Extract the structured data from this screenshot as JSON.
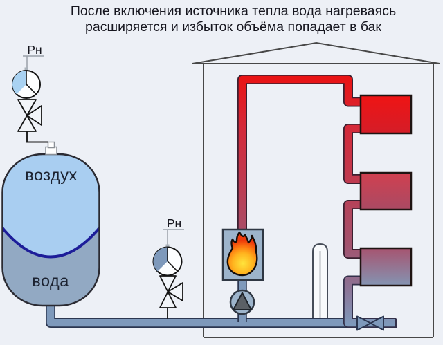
{
  "title": {
    "line1": "После включения источника тепла вода нагреваясь",
    "line2": "расширяется и избыток объёма попадает в бак"
  },
  "expansion_tank": {
    "air_label": "воздух",
    "water_label": "вода"
  },
  "tank_gauge": {
    "label": "Рн"
  },
  "system_gauge": {
    "label": "Рн"
  },
  "colors": {
    "background": "#edf0f6",
    "hot_pipe": "#e81212",
    "cold_pipe": "#7e99bb",
    "pipe_outline": "#2b3650",
    "tank_air": "#a9cef1",
    "tank_water": "#92a9c3",
    "membrane": "#1d1d99",
    "radiator_hot_top": "#ee1414",
    "radiator_mid_top": "#cf3f50",
    "radiator_cool_bottom": "#8494b0",
    "boiler_body": "#9db4cb",
    "flame_core": "#ffe43c",
    "flame_edge": "#ee3a0a",
    "gauge_air_sector": "#a9d2f2",
    "gauge_water_sector": "#7e99bb"
  }
}
